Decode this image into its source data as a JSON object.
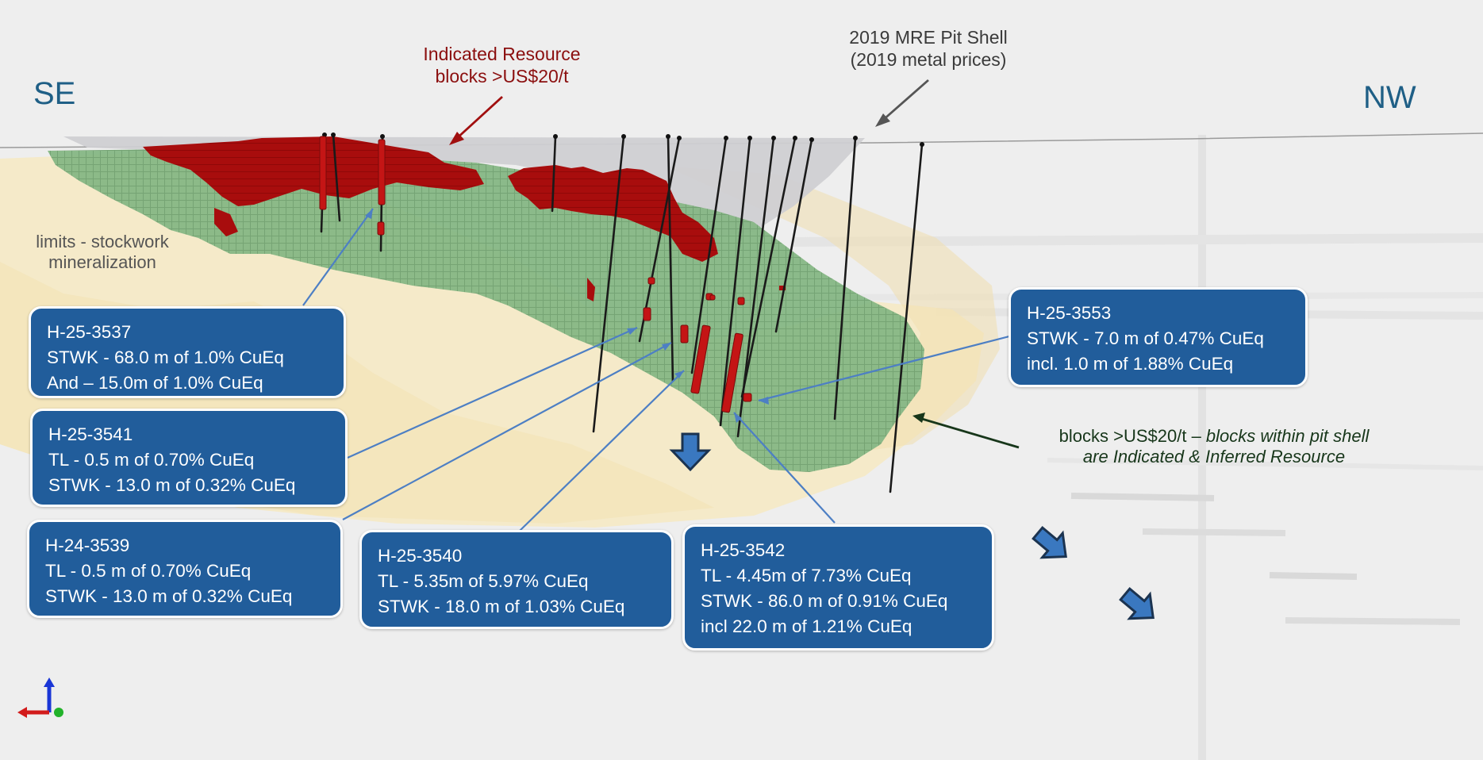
{
  "orientation": {
    "left": "SE",
    "right": "NW"
  },
  "annotations": {
    "indicated_line1": "Indicated Resource",
    "indicated_line2": "blocks >US$20/t",
    "pit_line1": "2019 MRE Pit Shell",
    "pit_line2": "(2019 metal prices)",
    "limits_line1": "limits - stockwork",
    "limits_line2": "mineralization",
    "legend_plain": "blocks >US$20/t – ",
    "legend_italic_1": "blocks within pit shell",
    "legend_italic_2": "are Indicated & Inferred Resource"
  },
  "colors": {
    "callout_box": "#215d9b",
    "indicated_blocks": "#a80d0d",
    "green_blocks": "#86b785",
    "envelope": "#f6e9c2",
    "pit_shell": "#cfcfd2",
    "label_red": "#8b0f0f",
    "direction_text": "#1f5f86"
  },
  "callouts": [
    {
      "hole": "H-25-3537",
      "lines": [
        "STWK - 68.0 m of 1.0% CuEq",
        "And  – 15.0m of 1.0% CuEq"
      ]
    },
    {
      "hole": "H-25-3541",
      "lines": [
        "TL - 0.5 m of 0.70% CuEq",
        "STWK - 13.0 m of 0.32% CuEq"
      ]
    },
    {
      "hole": "H-24-3539",
      "lines": [
        "TL - 0.5 m of 0.70% CuEq",
        "STWK - 13.0 m of 0.32% CuEq"
      ]
    },
    {
      "hole": "H-25-3540",
      "lines": [
        "TL - 5.35m of 5.97% CuEq",
        "STWK - 18.0 m of 1.03% CuEq"
      ]
    },
    {
      "hole": "H-25-3542",
      "lines": [
        "TL - 4.45m of 7.73% CuEq",
        "STWK - 86.0 m of 0.91% CuEq",
        "incl 22.0 m of 1.21% CuEq"
      ]
    },
    {
      "hole": "H-25-3553",
      "lines": [
        "STWK - 7.0 m of 0.47% CuEq",
        "incl. 1.0 m of 1.88% CuEq"
      ]
    }
  ]
}
